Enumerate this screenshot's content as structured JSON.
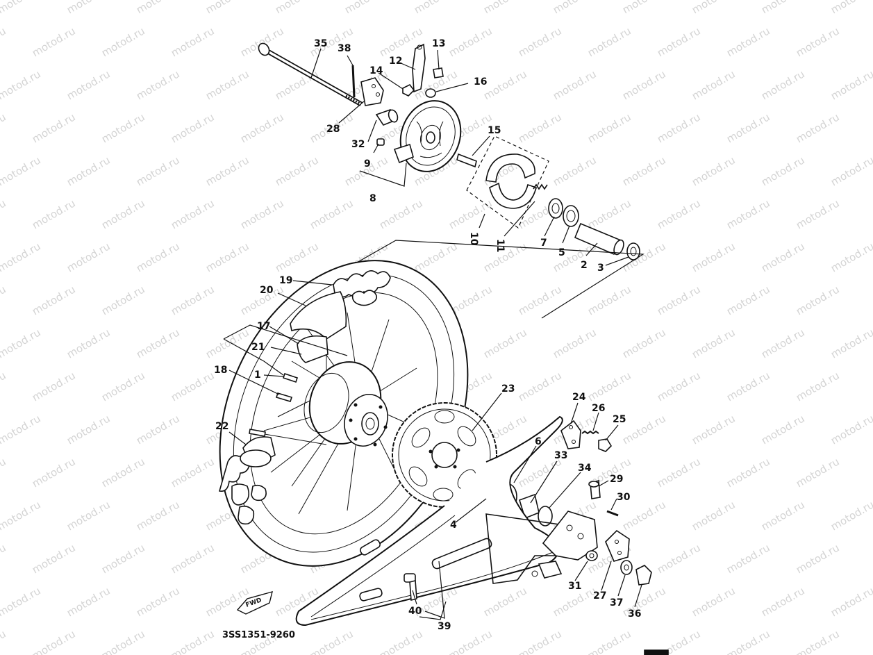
{
  "watermark": "motod.ru",
  "diagram_code": "3SS1351-9260",
  "fwd_label": "FWD",
  "callouts": [
    {
      "id": "c1",
      "text": "1"
    },
    {
      "id": "c2",
      "text": "2"
    },
    {
      "id": "c3",
      "text": "3"
    },
    {
      "id": "c4",
      "text": "4"
    },
    {
      "id": "c5",
      "text": "5"
    },
    {
      "id": "c6",
      "text": "6"
    },
    {
      "id": "c7",
      "text": "7"
    },
    {
      "id": "c8",
      "text": "8"
    },
    {
      "id": "c9",
      "text": "9"
    },
    {
      "id": "c10",
      "text": "10"
    },
    {
      "id": "c11",
      "text": "11"
    },
    {
      "id": "c12",
      "text": "12"
    },
    {
      "id": "c13",
      "text": "13"
    },
    {
      "id": "c14",
      "text": "14"
    },
    {
      "id": "c15",
      "text": "15"
    },
    {
      "id": "c16",
      "text": "16"
    },
    {
      "id": "c17",
      "text": "17"
    },
    {
      "id": "c18",
      "text": "18"
    },
    {
      "id": "c19",
      "text": "19"
    },
    {
      "id": "c20",
      "text": "20"
    },
    {
      "id": "c21",
      "text": "21"
    },
    {
      "id": "c22",
      "text": "22"
    },
    {
      "id": "c23",
      "text": "23"
    },
    {
      "id": "c24",
      "text": "24"
    },
    {
      "id": "c25",
      "text": "25"
    },
    {
      "id": "c26",
      "text": "26"
    },
    {
      "id": "c27",
      "text": "27"
    },
    {
      "id": "c28",
      "text": "28"
    },
    {
      "id": "c29",
      "text": "29"
    },
    {
      "id": "c30",
      "text": "30"
    },
    {
      "id": "c31",
      "text": "31"
    },
    {
      "id": "c32",
      "text": "32"
    },
    {
      "id": "c33",
      "text": "33"
    },
    {
      "id": "c34",
      "text": "34"
    },
    {
      "id": "c35",
      "text": "35"
    },
    {
      "id": "c36",
      "text": "36"
    },
    {
      "id": "c37",
      "text": "37"
    },
    {
      "id": "c38",
      "text": "38"
    },
    {
      "id": "c39",
      "text": "39"
    },
    {
      "id": "c40",
      "text": "40"
    }
  ]
}
